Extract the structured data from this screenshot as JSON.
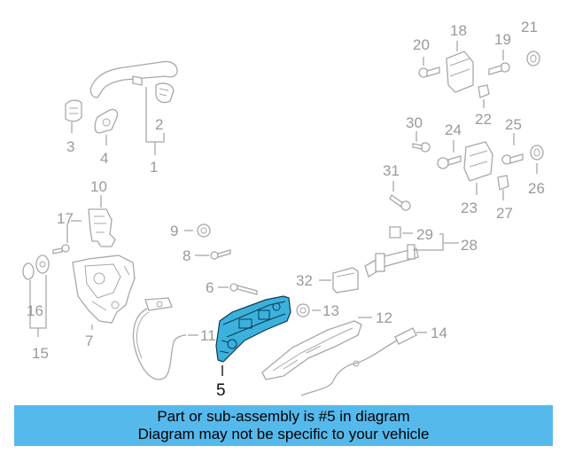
{
  "callouts": {
    "c1": "1",
    "c2": "2",
    "c3": "3",
    "c4": "4",
    "c5": "5",
    "c6": "6",
    "c7": "7",
    "c8": "8",
    "c9": "9",
    "c10": "10",
    "c11": "11",
    "c12": "12",
    "c13": "13",
    "c14": "14",
    "c15": "15",
    "c16": "16",
    "c17": "17",
    "c18": "18",
    "c19": "19",
    "c20": "20",
    "c21": "21",
    "c22": "22",
    "c23": "23",
    "c24": "24",
    "c25": "25",
    "c26": "26",
    "c27": "27",
    "c28": "28",
    "c29": "29",
    "c30": "30",
    "c31": "31",
    "c32": "32"
  },
  "highlight_color": "#3bb1dc",
  "banner": {
    "background": "#55b9ec",
    "line1": "Part or sub-assembly is #5 in diagram",
    "line2": "Diagram may not be specific to your vehicle"
  }
}
